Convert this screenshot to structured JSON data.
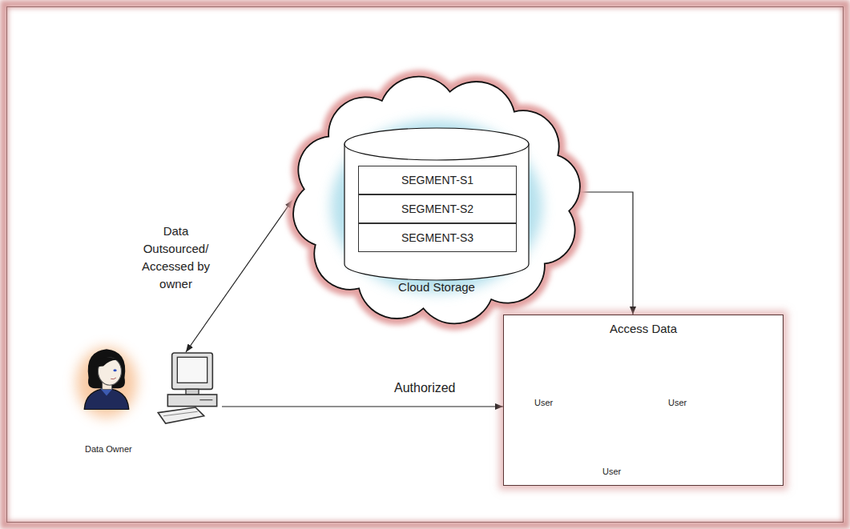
{
  "diagram": {
    "nodes": [
      {
        "text": [
          "Cloud Storage"
        ]
      },
      {
        "text": [
          "SEGMENT-S1"
        ],
        "in": 0
      },
      {
        "text": [
          "SEGMENT-S2"
        ],
        "in": 0
      },
      {
        "text": [
          "SEGMENT-S3"
        ],
        "in": 0
      },
      {
        "text": [
          "Data Owner"
        ]
      },
      {
        "text": [
          "Access Data"
        ]
      },
      {
        "text": [
          "User"
        ],
        "in": 5
      },
      {
        "text": [
          "User"
        ],
        "in": 5
      },
      {
        "text": [
          "User"
        ],
        "in": 5
      }
    ],
    "edges": [
      {
        "from": 0,
        "to": 4,
        "arrow": "both",
        "label": "Data Outsourced/ Accessed by owner"
      },
      {
        "from": 4,
        "to": 5,
        "arrow": "to",
        "label": "Authorized"
      },
      {
        "from": 0,
        "to": 5,
        "arrow": "to"
      }
    ]
  }
}
